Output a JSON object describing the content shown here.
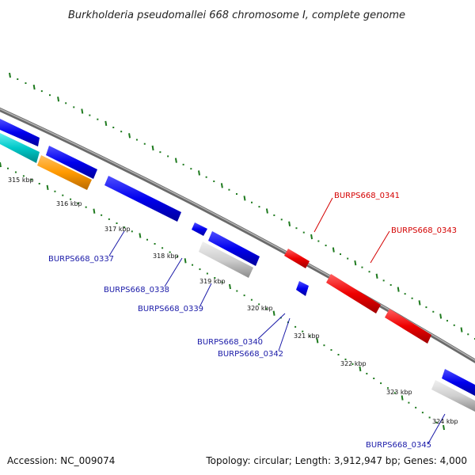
{
  "title": "Burkholderia pseudomallei 668 chromosome I, complete genome",
  "footer": {
    "accession": "Accession: NC_009074",
    "topology": "Topology: circular; Length: 3,912,947 bp; Genes: 4,000"
  },
  "colors": {
    "backbone": "#8a8a8a",
    "tick": "#1e7a1e",
    "forward_gene": "#ff0000",
    "reverse_gene": "#0000ee",
    "reverse_label": "#1a1aa8",
    "forward_label": "#d40000",
    "rna_gene": "#cfcfcf",
    "cyan_feature": "#00c8c8",
    "orange_feature": "#ff9900"
  },
  "ticks": [
    "315 kbp",
    "316 kbp",
    "317 kbp",
    "318 kbp",
    "319 kbp",
    "320 kbp",
    "321 kbp",
    "322 kbp",
    "323 kbp",
    "324 kbp"
  ],
  "gene_labels": {
    "reverse": [
      "BURPS668_0337",
      "BURPS668_0338",
      "BURPS668_0339",
      "BURPS668_0340",
      "BURPS668_0342",
      "BURPS668_0345"
    ],
    "forward": [
      "BURPS668_0341",
      "BURPS668_0343"
    ]
  }
}
